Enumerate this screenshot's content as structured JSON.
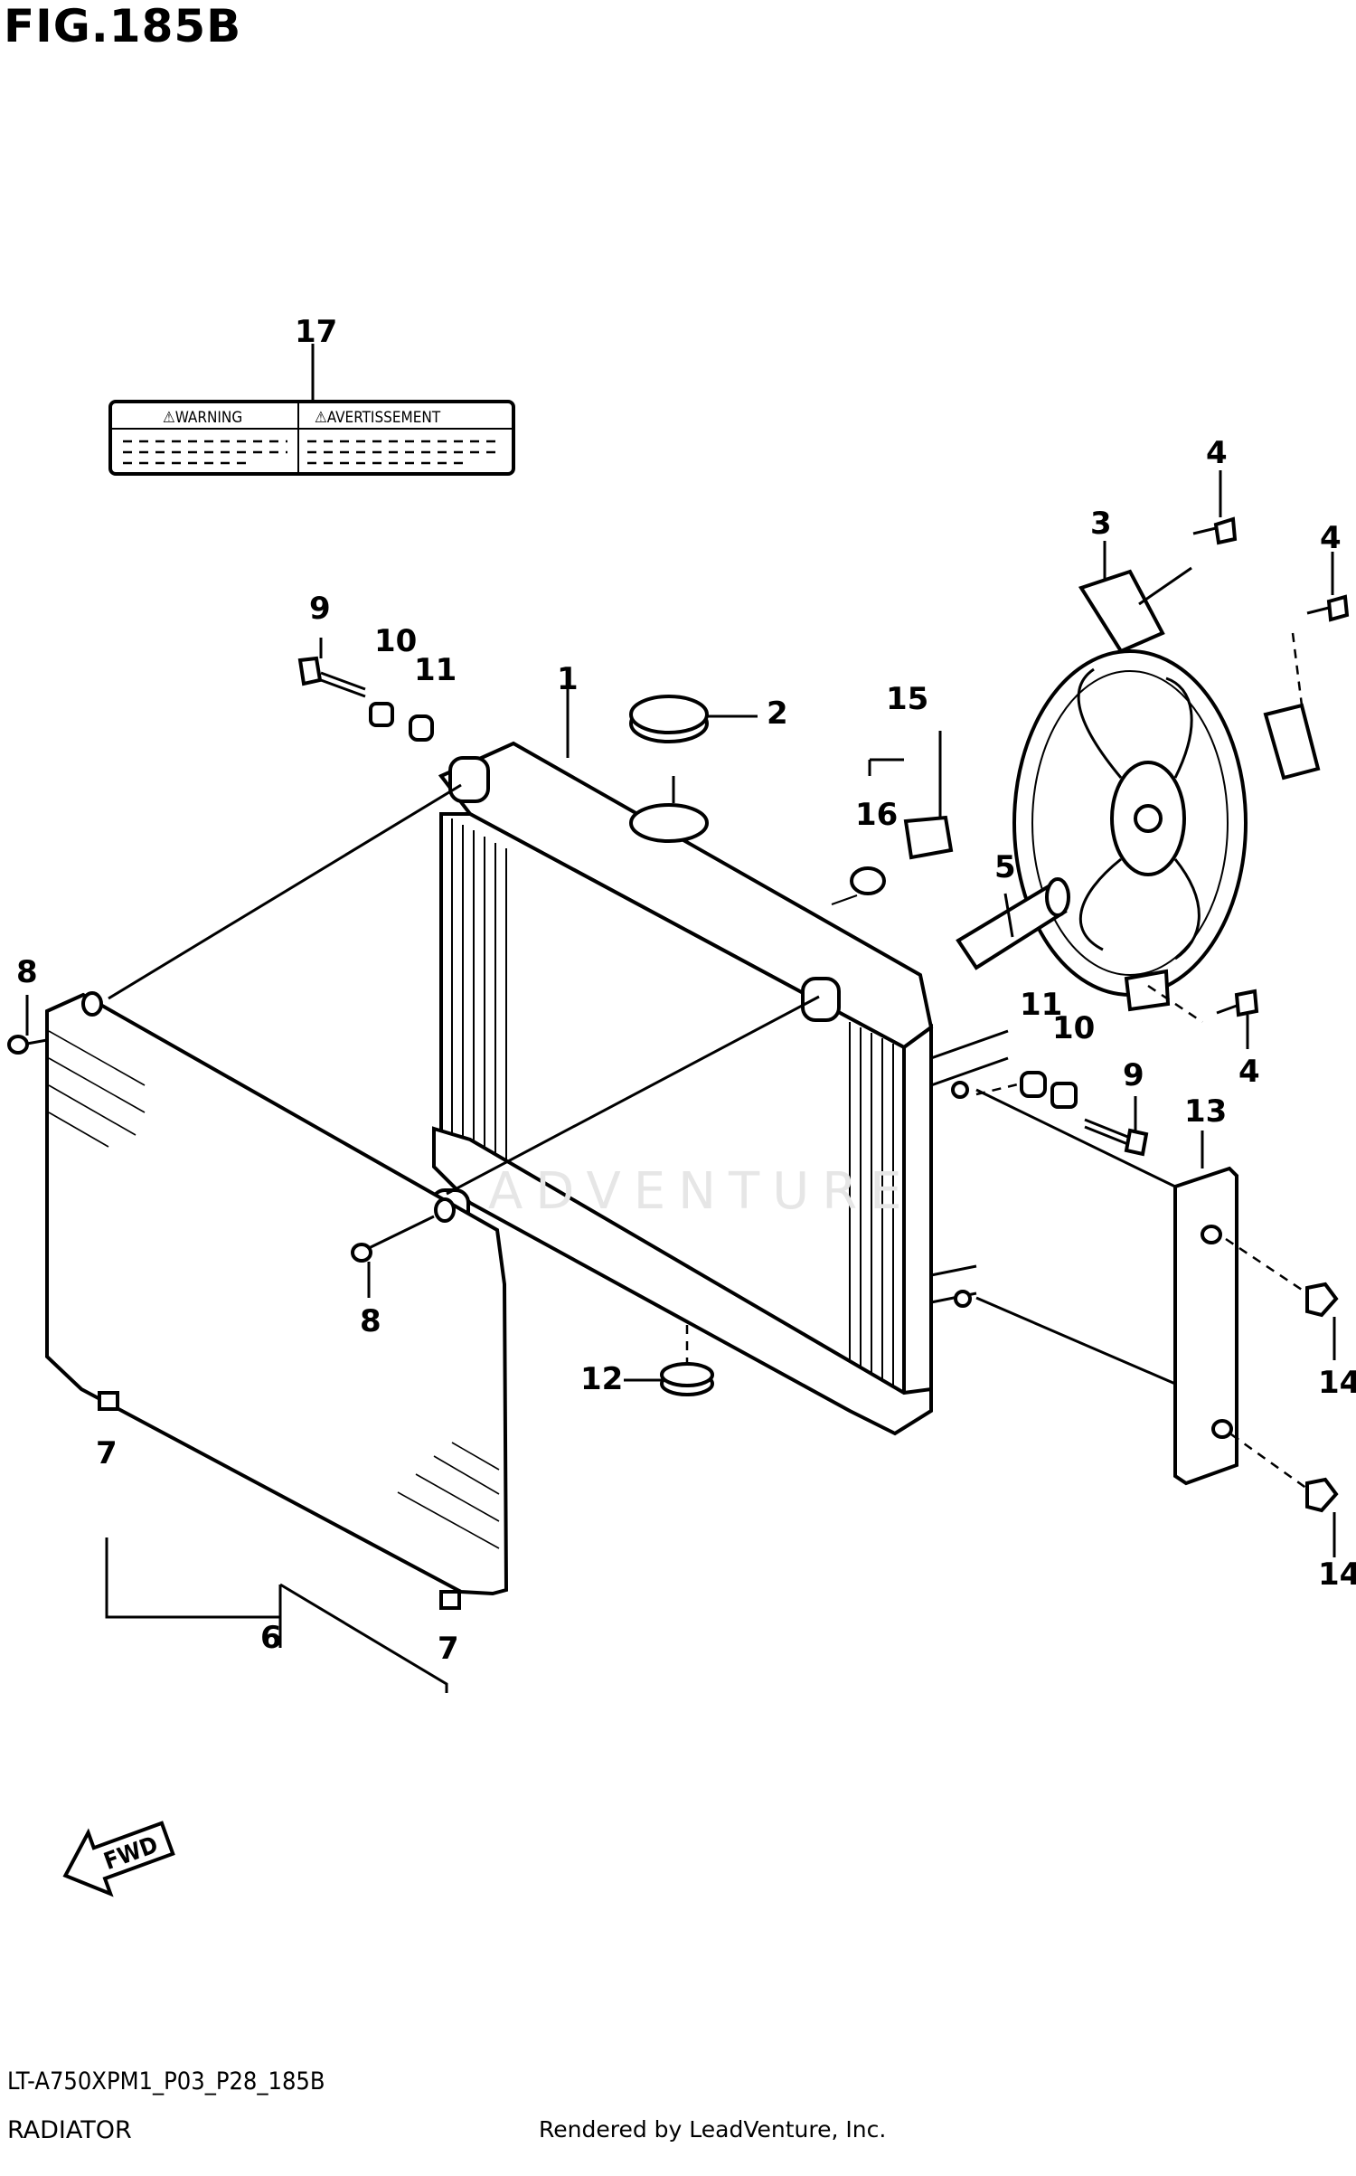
{
  "figure": {
    "title": "FIG.185B",
    "model_code": "LT-A750XPM1_P03_P28_185B",
    "name": "RADIATOR",
    "rendered_by": "Rendered by LeadVenture, Inc.",
    "watermark": "ADVENTURE"
  },
  "label": {
    "warning": "⚠WARNING",
    "avertissement": "⚠AVERTISSEMENT"
  },
  "fwd_arrow": "FWD",
  "callouts": [
    "1",
    "2",
    "3",
    "4",
    "4",
    "4",
    "5",
    "6",
    "7",
    "7",
    "8",
    "8",
    "9",
    "9",
    "10",
    "10",
    "11",
    "11",
    "12",
    "13",
    "14",
    "14",
    "15",
    "16",
    "17"
  ]
}
